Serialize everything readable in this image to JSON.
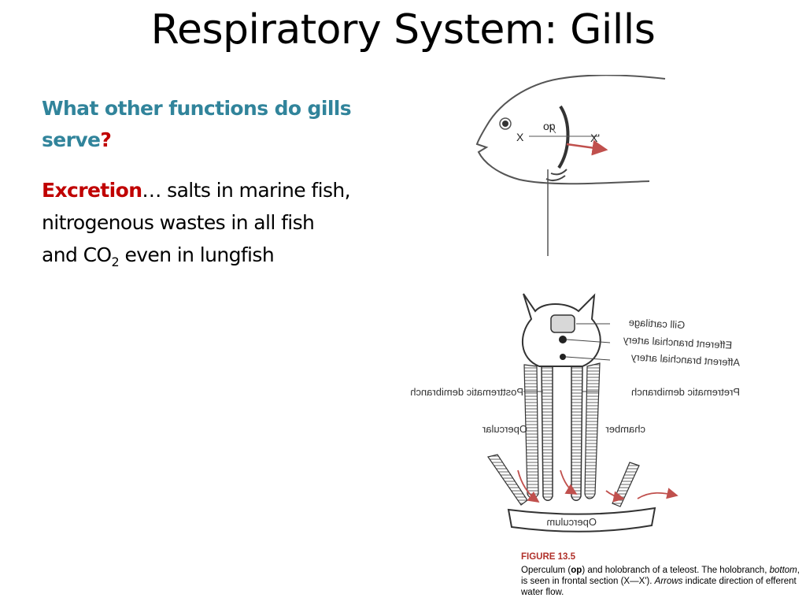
{
  "slide": {
    "title": "Respiratory System: Gills",
    "question": {
      "text": "What other functions do gills serve",
      "mark": "?"
    },
    "answer": {
      "keyword": "Excretion",
      "ellipsis": "…",
      "line1": " salts in marine fish,",
      "line2": "nitrogenous wastes in all fish",
      "line3_prefix": "and CO",
      "subscript": "2",
      "line3_suffix": " even in lungfish"
    }
  },
  "figure": {
    "top_labels": {
      "op": "op",
      "x": "X",
      "x_prime": "X'"
    },
    "bottom_labels": {
      "gill_cartilage": "Gill cartilage",
      "efferent": "Efferent branchial artery",
      "afferent": "Afferent branchial artery",
      "posttrematic": "Posttrematic demibranch",
      "pretrematic": "Pretrematic demibranch",
      "opercular": "Opercular",
      "chamber": "chamber",
      "operculum": "Operculum"
    },
    "caption": {
      "number": "FIGURE 13.5",
      "text_a": "Operculum (",
      "op_bold": "op",
      "text_b": ") and holobranch of a teleost. The holobranch, ",
      "bottom_italic": "bottom",
      "text_c": ", is seen in frontal section (X—X'). ",
      "arrows_italic": "Arrows",
      "text_d": " indicate direction of efferent water flow."
    }
  },
  "colors": {
    "question_teal": "#31849b",
    "question_mark_red": "#c00000",
    "excretion_red": "#c00000",
    "arrow_red": "#c0504d",
    "caption_red": "#b0302a"
  }
}
